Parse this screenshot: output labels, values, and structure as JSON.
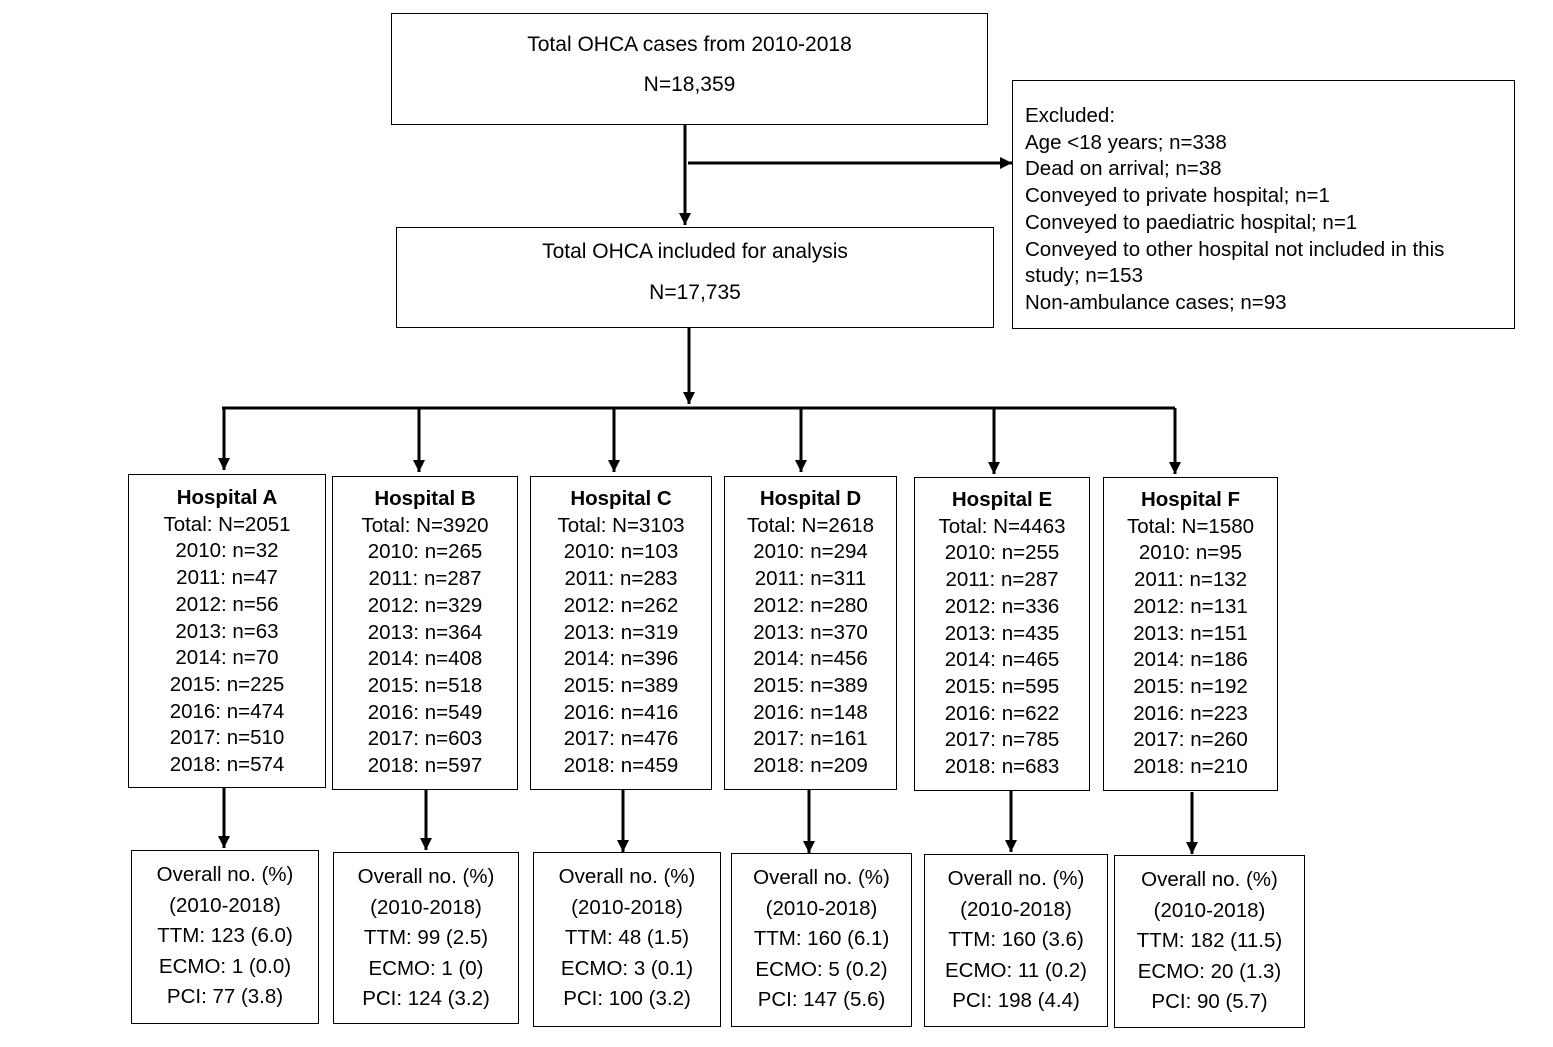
{
  "total": {
    "title": "Total OHCA cases from 2010-2018",
    "n": "N=18,359"
  },
  "excluded": {
    "lines": [
      "Excluded:",
      "Age <18 years; n=338",
      "Dead on arrival; n=38",
      "Conveyed to private hospital; n=1",
      "Conveyed to paediatric hospital; n=1",
      "Conveyed to other hospital not included in this",
      "study; n=153",
      "Non-ambulance cases; n=93"
    ]
  },
  "included": {
    "title": "Total OHCA included for analysis",
    "n": "N=17,735"
  },
  "hospitals": [
    {
      "name": "Hospital A",
      "total": "Total: N=2051",
      "years": [
        "2010: n=32",
        "2011: n=47",
        "2012: n=56",
        "2013: n=63",
        "2014: n=70",
        "2015: n=225",
        "2016: n=474",
        "2017: n=510",
        "2018: n=574"
      ],
      "outcomes": [
        "Overall no. (%)",
        "(2010-2018)",
        "TTM: 123 (6.0)",
        "ECMO: 1 (0.0)",
        "PCI: 77 (3.8)"
      ]
    },
    {
      "name": "Hospital B",
      "total": "Total: N=3920",
      "years": [
        "2010: n=265",
        "2011: n=287",
        "2012: n=329",
        "2013: n=364",
        "2014: n=408",
        "2015: n=518",
        "2016: n=549",
        "2017: n=603",
        "2018: n=597"
      ],
      "outcomes": [
        "Overall no. (%)",
        "(2010-2018)",
        "TTM: 99 (2.5)",
        "ECMO: 1 (0)",
        "PCI: 124 (3.2)"
      ]
    },
    {
      "name": "Hospital C",
      "total": "Total: N=3103",
      "years": [
        "2010: n=103",
        "2011: n=283",
        "2012: n=262",
        "2013: n=319",
        "2014: n=396",
        "2015: n=389",
        "2016: n=416",
        "2017: n=476",
        "2018: n=459"
      ],
      "outcomes": [
        "Overall no. (%)",
        "(2010-2018)",
        "TTM: 48 (1.5)",
        "ECMO: 3 (0.1)",
        "PCI: 100 (3.2)"
      ]
    },
    {
      "name": "Hospital D",
      "total": "Total: N=2618",
      "years": [
        "2010: n=294",
        "2011: n=311",
        "2012: n=280",
        "2013: n=370",
        "2014: n=456",
        "2015: n=389",
        "2016: n=148",
        "2017: n=161",
        "2018: n=209"
      ],
      "outcomes": [
        "Overall no. (%)",
        "(2010-2018)",
        "TTM: 160 (6.1)",
        "ECMO: 5 (0.2)",
        "PCI: 147 (5.6)"
      ]
    },
    {
      "name": "Hospital E",
      "total": "Total: N=4463",
      "years": [
        "2010: n=255",
        "2011: n=287",
        "2012: n=336",
        "2013: n=435",
        "2014: n=465",
        "2015: n=595",
        "2016: n=622",
        "2017: n=785",
        "2018: n=683"
      ],
      "outcomes": [
        "Overall no. (%)",
        "(2010-2018)",
        "TTM: 160 (3.6)",
        "ECMO: 11 (0.2)",
        "PCI: 198 (4.4)"
      ]
    },
    {
      "name": "Hospital F",
      "total": "Total: N=1580",
      "years": [
        "2010: n=95",
        "2011: n=132",
        "2012: n=131",
        "2013: n=151",
        "2014: n=186",
        "2015: n=192",
        "2016: n=223",
        "2017: n=260",
        "2018: n=210"
      ],
      "outcomes": [
        "Overall no. (%)",
        "(2010-2018)",
        "TTM: 182 (11.5)",
        "ECMO: 20 (1.3)",
        "PCI: 90 (5.7)"
      ]
    }
  ]
}
